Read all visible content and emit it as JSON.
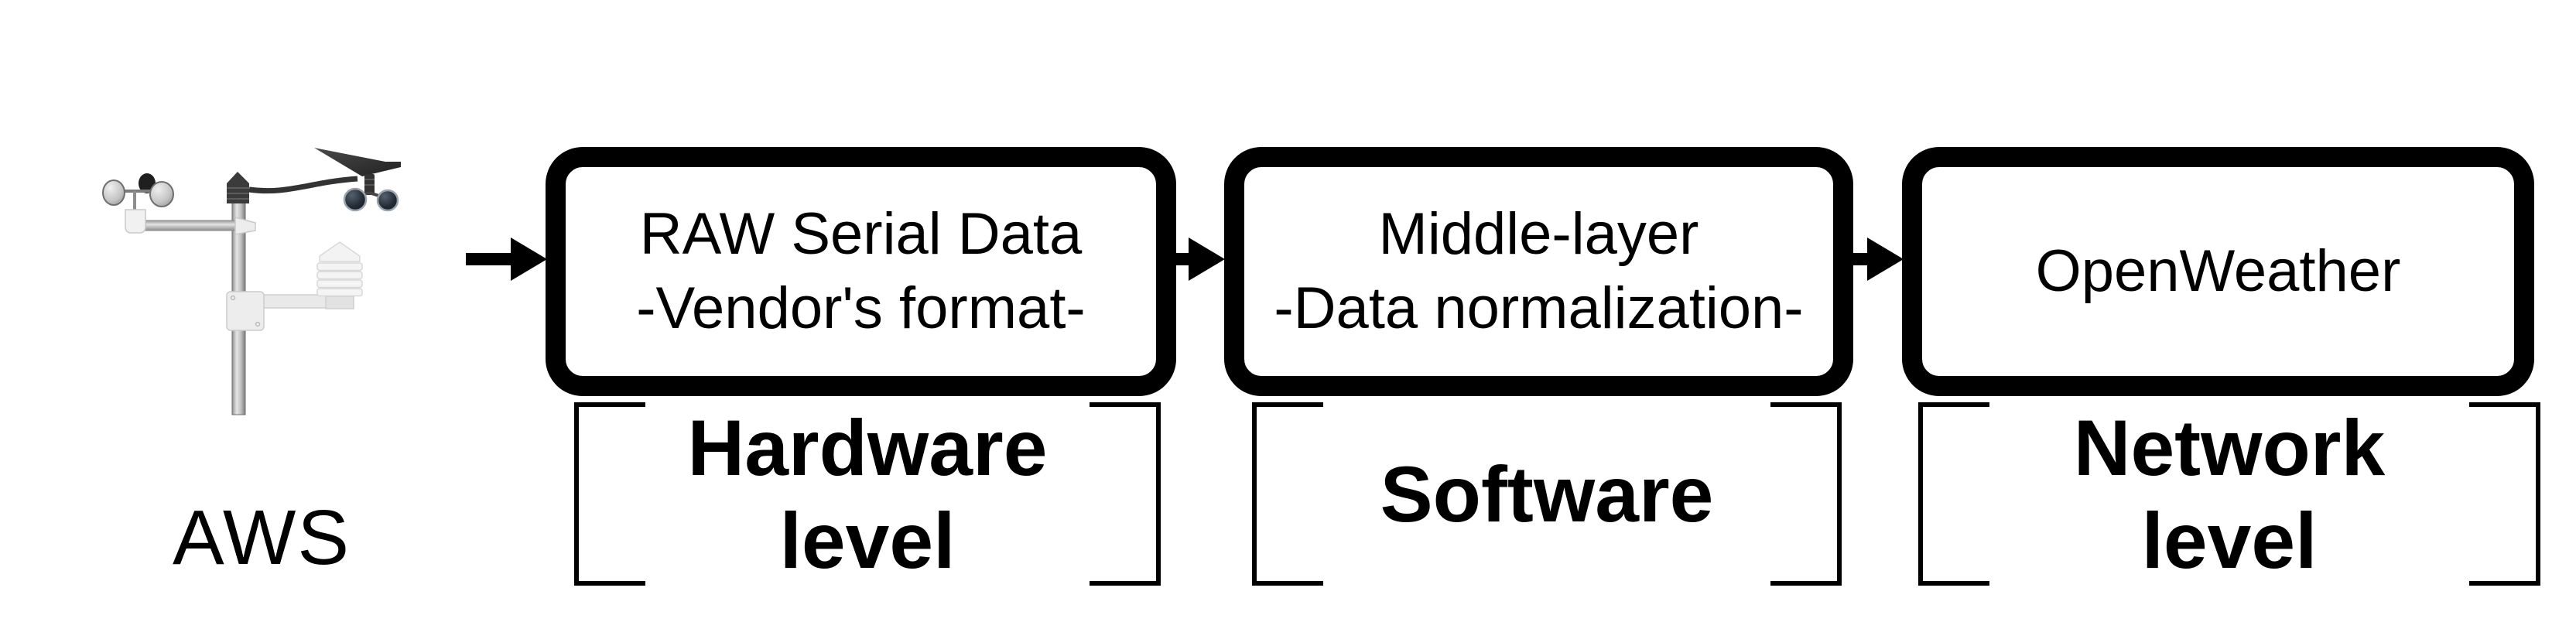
{
  "source": {
    "label": "AWS",
    "icon": "weather-station-icon"
  },
  "stages": [
    {
      "id": "hardware",
      "box_lines": [
        "RAW Serial Data",
        "-Vendor's format-"
      ],
      "level_lines": [
        "Hardware",
        "level"
      ]
    },
    {
      "id": "software",
      "box_lines": [
        "Middle-layer",
        "-Data normalization-"
      ],
      "level_lines": [
        "Software",
        ""
      ]
    },
    {
      "id": "network",
      "box_lines": [
        "OpenWeather",
        ""
      ],
      "level_lines": [
        "Network",
        "level"
      ]
    }
  ],
  "colors": {
    "background": "#ffffff",
    "box_border": "#000000",
    "text": "#000000",
    "pole_silver": "#b5b5b5",
    "vane_dark": "#333333",
    "shield_white": "#f3f3f3"
  }
}
